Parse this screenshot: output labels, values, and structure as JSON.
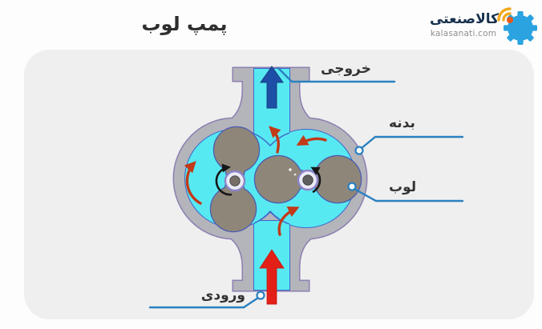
{
  "header": {
    "title": "پمپ لوب"
  },
  "logo": {
    "brand": "کالاصنعتی",
    "domain": "kalasanati.com",
    "gear_color": "#2ba3e0",
    "signal_color": "#f2a91c",
    "dot_color": "#e85a18"
  },
  "diagram": {
    "labels": {
      "outlet": "خروجی",
      "body": "بدنه",
      "lobe": "لوب",
      "inlet": "ورودی"
    },
    "colors": {
      "panel": "#efefef",
      "casing": "#b4b4bb",
      "casing_outline": "#8d7fb0",
      "fluid": "#57e9f2",
      "fluid_outline": "#3f66c9",
      "lobe": "#8e8679",
      "lobe_outline": "#4a5ab0",
      "shaft_ring": "#ebebf5",
      "outlet_arrow": "#1d4fa6",
      "inlet_arrow": "#e32017",
      "flow_arrow": "#c23a18",
      "rotation_arrow": "#161616",
      "leader_line": "#2a80c0",
      "label_text": "#333333"
    }
  }
}
